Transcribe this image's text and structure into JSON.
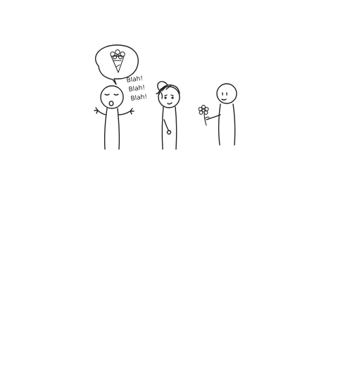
{
  "speech": {
    "lines": [
      "Blah!",
      "Blah!",
      "Blah!"
    ],
    "bubble_icon": "flower-bouquet-icon"
  },
  "colors": {
    "ink": "#222222",
    "background": "#ffffff"
  }
}
